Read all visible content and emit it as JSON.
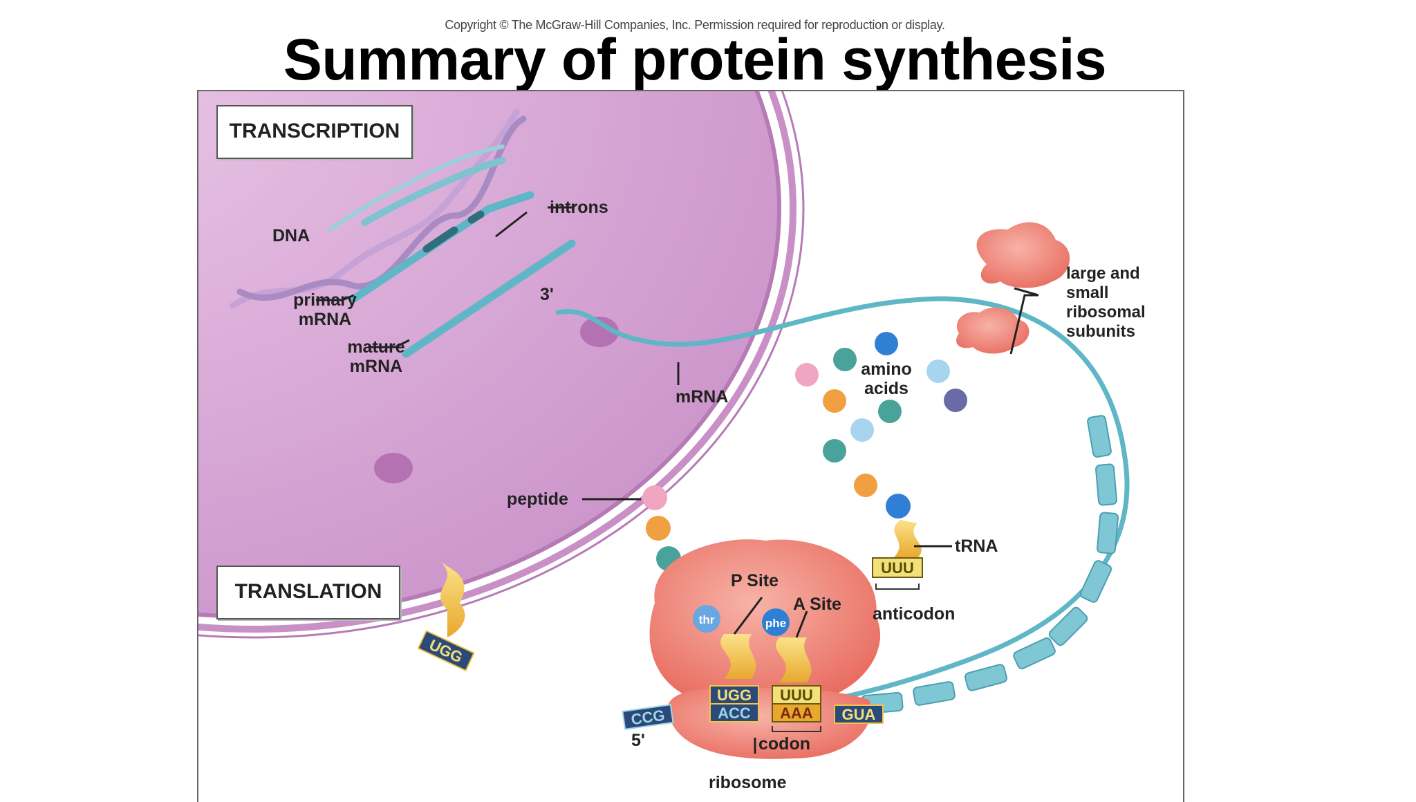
{
  "header": {
    "copyright": "Copyright © The McGraw-Hill Companies, Inc. Permission required for reproduction or display.",
    "title": "Summary of protein synthesis"
  },
  "sections": {
    "transcription": "TRANSCRIPTION",
    "translation": "TRANSLATION"
  },
  "labels": {
    "dna": "DNA",
    "introns": "introns",
    "primary_mrna": [
      "primary",
      "mRNA"
    ],
    "mature_mrna": [
      "mature",
      "mRNA"
    ],
    "three_prime": "3'",
    "mrna": "mRNA",
    "ribosomal_subunits": [
      "large and",
      "small",
      "ribosomal",
      "subunits"
    ],
    "amino_acids": [
      "amino",
      "acids"
    ],
    "peptide": "peptide",
    "trna": "tRNA",
    "anticodon": "anticodon",
    "p_site": "P Site",
    "a_site": "A Site",
    "codon": "codon",
    "ribosome": "ribosome",
    "five_prime": "5'"
  },
  "amino_tags": {
    "p_site": "thr",
    "a_site": "phe"
  },
  "sequences": {
    "free_trna": "UGG",
    "anticodon_trna": "UUU",
    "p_site_anticodon": "UGG",
    "p_site_codon": "ACC",
    "a_site_anticodon": "UUU",
    "a_site_codon": "AAA",
    "mrna_left": "CCG",
    "mrna_right": "GUA"
  },
  "colors": {
    "nucleus": "#d9a6d8",
    "mrna": "#5fb6c6",
    "ribosome": "#f0857a",
    "trna": "#f4c542",
    "codon_box": "#2b4a7a"
  }
}
